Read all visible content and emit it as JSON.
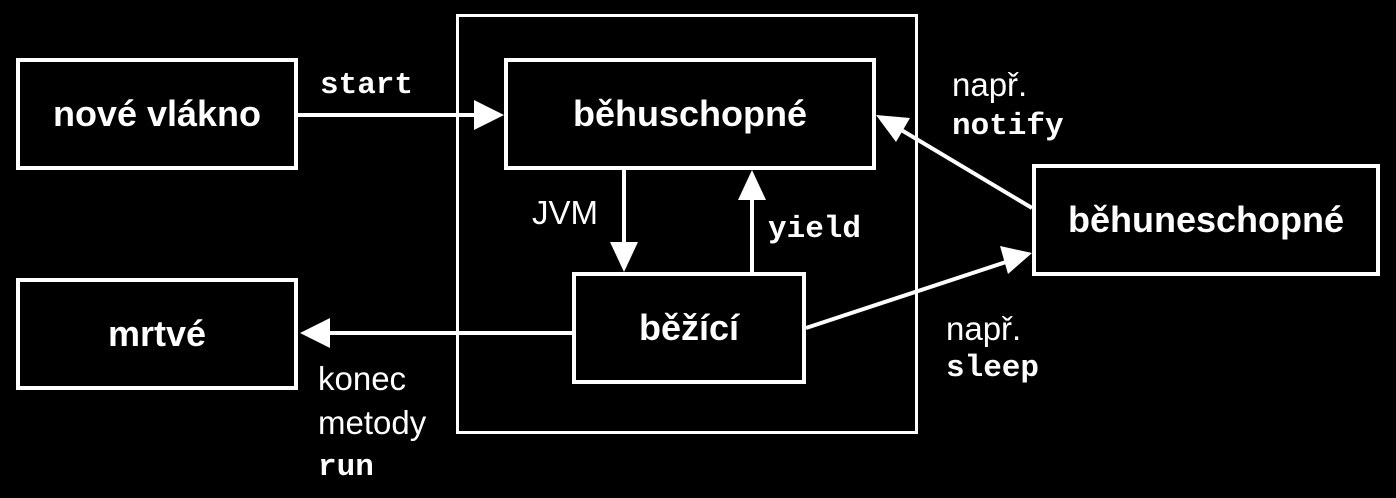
{
  "states": {
    "new_thread": "nové vlákno",
    "runnable": "běhuschopné",
    "running": "běžící",
    "not_runnable": "běhuneschopné",
    "dead": "mrtvé"
  },
  "transitions": {
    "start": "start",
    "jvm": "JVM",
    "yield": "yield",
    "notify_prefix": "např.",
    "notify": "notify",
    "sleep_prefix": "např.",
    "sleep": "sleep",
    "end_line1": "konec",
    "end_line2": "metody",
    "end_line3": "run"
  },
  "colors": {
    "background": "#000000",
    "foreground": "#ffffff"
  }
}
